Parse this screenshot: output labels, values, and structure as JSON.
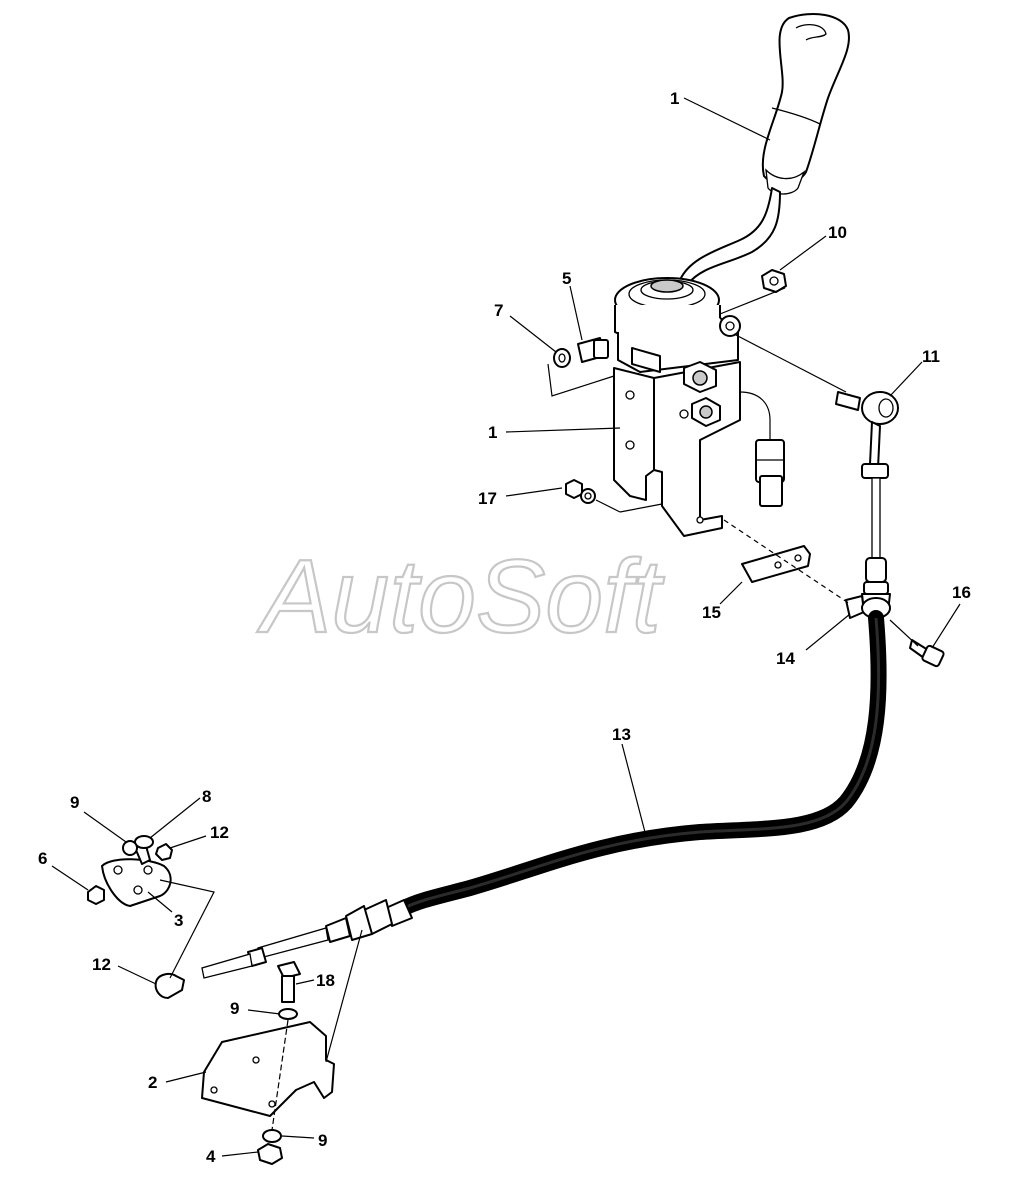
{
  "watermark": "AutoSoft",
  "callouts": [
    {
      "id": "c1a",
      "text": "1"
    },
    {
      "id": "c10",
      "text": "10"
    },
    {
      "id": "c5",
      "text": "5"
    },
    {
      "id": "c7",
      "text": "7"
    },
    {
      "id": "c11",
      "text": "11"
    },
    {
      "id": "c1b",
      "text": "1"
    },
    {
      "id": "c17",
      "text": "17"
    },
    {
      "id": "c15",
      "text": "15"
    },
    {
      "id": "c16",
      "text": "16"
    },
    {
      "id": "c14",
      "text": "14"
    },
    {
      "id": "c13",
      "text": "13"
    },
    {
      "id": "c9a",
      "text": "9"
    },
    {
      "id": "c8",
      "text": "8"
    },
    {
      "id": "c12a",
      "text": "12"
    },
    {
      "id": "c6",
      "text": "6"
    },
    {
      "id": "c3",
      "text": "3"
    },
    {
      "id": "c12b",
      "text": "12"
    },
    {
      "id": "c18",
      "text": "18"
    },
    {
      "id": "c9b",
      "text": "9"
    },
    {
      "id": "c2",
      "text": "2"
    },
    {
      "id": "c9c",
      "text": "9"
    },
    {
      "id": "c4",
      "text": "4"
    }
  ]
}
